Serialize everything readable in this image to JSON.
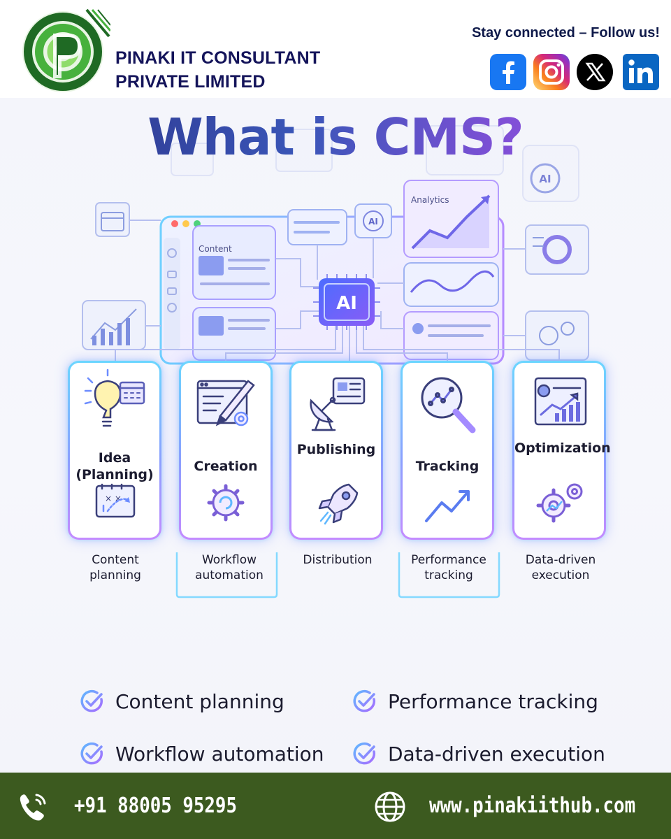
{
  "header": {
    "company_line1": "PINAKI IT CONSULTANT",
    "company_line2": "PRIVATE LIMITED",
    "follow_text": "Stay connected – Follow us!",
    "social": [
      {
        "name": "facebook",
        "icon": "facebook-icon",
        "color": "#1877F2"
      },
      {
        "name": "instagram",
        "icon": "instagram-icon",
        "color": "#E1306C"
      },
      {
        "name": "x",
        "icon": "x-icon",
        "color": "#000000"
      },
      {
        "name": "linkedin",
        "icon": "linkedin-icon",
        "color": "#0A66C2"
      }
    ],
    "logo_colors": {
      "dark": "#1f5f1f",
      "mid": "#3aa53a",
      "light": "#7ed957"
    }
  },
  "hero": {
    "title": "What is CMS?",
    "panel_labels": {
      "content": "Content",
      "analytics": "Analytics",
      "ai_chip": "AI",
      "ai_badge": "AI"
    },
    "steps": [
      {
        "label_line1": "Idea",
        "label_line2": "(Planning)",
        "caption_line1": "Content",
        "caption_line2": "planning",
        "icon_top": "lightbulb-calendar-icon",
        "icon_bottom": "strategy-board-icon"
      },
      {
        "label_line1": "Creation",
        "label_line2": "",
        "caption_line1": "Workflow",
        "caption_line2": "automation",
        "icon_top": "editor-pencil-icon",
        "icon_bottom": "gear-refresh-icon"
      },
      {
        "label_line1": "Publishing",
        "label_line2": "",
        "caption_line1": "Distribution",
        "caption_line2": "",
        "icon_top": "satellite-news-icon",
        "icon_bottom": "rocket-icon"
      },
      {
        "label_line1": "Tracking",
        "label_line2": "",
        "caption_line1": "Performance",
        "caption_line2": "tracking",
        "icon_top": "magnifier-chart-icon",
        "icon_bottom": "trend-arrow-icon"
      },
      {
        "label_line1": "Optimization",
        "label_line2": "",
        "caption_line1": "Data-driven",
        "caption_line2": "execution",
        "icon_top": "dashboard-chart-icon",
        "icon_bottom": "gears-icon"
      }
    ],
    "checklist": [
      "Content planning",
      "Performance tracking",
      "Workflow automation",
      "Data-driven execution"
    ],
    "accent_colors": {
      "cyan": "#5fd3ff",
      "blue": "#6b7cff",
      "purple": "#b46cff",
      "navy": "#2b2f83"
    }
  },
  "footer": {
    "phone": "+91 88005 95295",
    "website": "www.pinakiithub.com",
    "phone_icon": "phone-icon",
    "web_icon": "globe-icon",
    "background": "#3c5a1f"
  }
}
